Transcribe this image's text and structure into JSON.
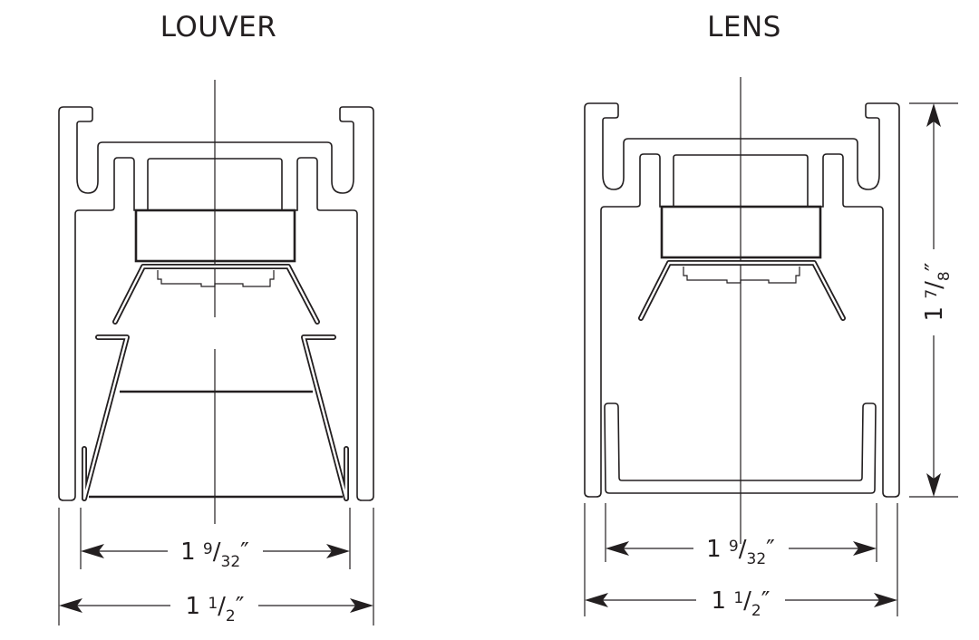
{
  "louver": {
    "title": "LOUVER",
    "inner_width": {
      "whole": "1",
      "num": "9",
      "den": "32",
      "unit": "″"
    },
    "outer_width": {
      "whole": "1",
      "num": "1",
      "den": "2",
      "unit": "″"
    }
  },
  "lens": {
    "title": "LENS",
    "inner_width": {
      "whole": "1",
      "num": "9",
      "den": "32",
      "unit": "″"
    },
    "outer_width": {
      "whole": "1",
      "num": "1",
      "den": "2",
      "unit": "″"
    },
    "height": {
      "whole": "1",
      "num": "7",
      "den": "8",
      "unit": "″"
    }
  }
}
